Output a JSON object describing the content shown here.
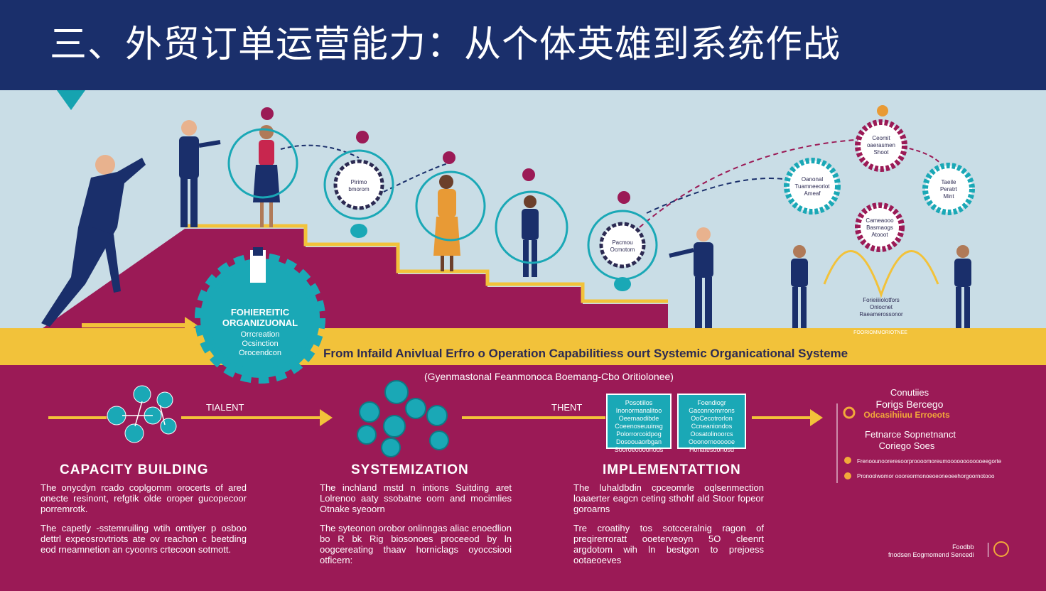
{
  "header": {
    "title": "三、外贸订单运营能力：从个体英雄到系统作战"
  },
  "banner": {
    "gear_line1": "FOHIEREITIC",
    "gear_line2": "ORGANIZUONAL",
    "gear_line3": "Orrcreation",
    "gear_line4": "Ocsinction",
    "gear_line5": "Orocendcon",
    "main_caption": "From Infaild Anivlual Erfro o Operation Capabilitiess ourt Systemic Organicational  Systeme",
    "sub_caption": "(Gyenmastonal Feanmonoca Boemang-Cbo Oritiolonee)"
  },
  "scene_nodes": {
    "node1": "Pirimo\nbmorom",
    "node2": "Pacmou\nOcmotom",
    "node3": "Ceomit\noaerasmen\nShoot",
    "node4": "Oanonal\nTuamneeoriot\nAmeaf",
    "node5": "Taeile\nPeratrt\nMint",
    "node6": "Cameaooo\nBasmaogs\nAtooot",
    "node7": "Forieiiiiolotfors\nOnlocnet\nRaeamerossonor",
    "node8": "FOORIOMMORIOTNEE"
  },
  "flow": {
    "label1": "TIALENT",
    "label2": "THENT"
  },
  "steps": [
    {
      "title": "CAPACITY BUILDING",
      "para1": "The onycdyn rcado coplgomm orocerts of ared onecte resinont, refgtik olde oroper gucopecoor porremrotk.",
      "para2": "The capetly -sstemruiling wtih omtiyer p osboo dettrl expeosrovtriots ate ov reachon c beetding eod rneamnetion an cyoonrs crtecoon sotmott."
    },
    {
      "title": "SYSTEMIZATION",
      "para1": "The inchland mstd n intions Suitding aret Lolrenoo aaty ssobatne oom and mocimlies Otnake syeoorn",
      "para2": "The syteonon orobor onlinngas aliac enoedlion bo R bk Rig biosonoes proceeod by ln oogcereating thaav horniclags oyoccsiooi otficern:"
    },
    {
      "title": "IMPLEMENTATTION",
      "para1": "The luhaldbdin cpceomrle oqlsenmection loaaerter eagcn ceting sthohf ald Stoor fopeor goroarns",
      "para2": "Tre croatihy tos sotcceralnig ragon of preqirerroratt ooeterveoyn 5O cleenrt argdotom wih ln bestgon to prejoess ootaeoeves"
    }
  ],
  "boxes": {
    "box1": "Posotiilos\nInonormanalitoo\nOeemaodibde\nCoeenoseuuinsg\nPolorrorcoidpog\nDosoouaorbgan\nSooroeoooonods",
    "box2": "Foendiogr\nGaconnomrrons\nOoCecotrorlon\nCcneaniondos\nOosatolinoorcs\nOoonornoooooe\nHonatesdonosd"
  },
  "right_panel": {
    "line1": "Conutiies",
    "line2": "Forigs Bercego",
    "line3": "Odcasihiiuu Erroeots",
    "line4": "Fetnarce Sopnetnanct",
    "line5": "Coriego Soes",
    "item1": "Frenoounooreresoorproooomoreumoooooooooooeegorte",
    "item2": "Pronoolwomor oooreormonoeoeoneoeehorgoornotooo"
  },
  "footer": {
    "line1": "Foodbb",
    "line2": "fnodsen Eogmomend Sencedi"
  },
  "colors": {
    "navy": "#1a2f6b",
    "teal": "#1aa8b6",
    "magenta": "#9b1a56",
    "yellow": "#f2c23a",
    "orange": "#f2a93a",
    "sky": "#c9dde6"
  }
}
